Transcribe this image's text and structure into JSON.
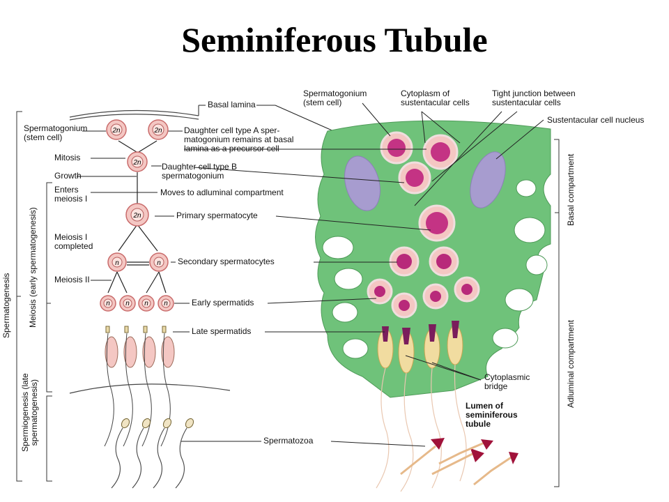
{
  "title": "Seminiferous Tubule",
  "left_labels": {
    "spermatogonium_stem": "Spermatogonium\n(stem cell)",
    "mitosis": "Mitosis",
    "growth": "Growth",
    "enters_meiosis": "Enters\nmeiosis I",
    "meiosis1_completed": "Meiosis I\ncompleted",
    "meiosis2": "Meiosis II"
  },
  "center_labels": {
    "basal_lamina": "Basal lamina",
    "daughter_a": "Daughter cell type A sper-\nmatogonium remains at basal\nlamina as a precursor cell",
    "daughter_b": "Daughter cell type B\nspermatogonium",
    "moves_adluminal": "Moves to adluminal compartment",
    "primary_spermatocyte": "Primary spermatocyte",
    "secondary_spermatocytes": "Secondary spermatocytes",
    "early_spermatids": "Early spermatids",
    "late_spermatids": "Late spermatids",
    "spermatozoa": "Spermatozoa"
  },
  "right_labels": {
    "spermatogonium_stem": "Spermatogonium\n(stem cell)",
    "cytoplasm": "Cytoplasm of\nsustentacular cells",
    "tight_junction": "Tight junction between\nsustentacular cells",
    "nucleus": "Sustentacular cell nucleus",
    "cytoplasmic_bridge": "Cytoplasmic\nbridge",
    "lumen": "Lumen of\nseminiferous\ntubule"
  },
  "vertical_labels": {
    "spermatogenesis": "Spermatogenesis",
    "meiosis": "Meiosis (early spermatogenesis)",
    "spermiogenesis": "Spermiogenesis (late\nspermatogenesis)",
    "basal_compartment": "Basal compartment",
    "adluminal_compartment": "Adluminal compartment"
  },
  "ploidy": {
    "diploid": "2n",
    "haploid": "n"
  },
  "colors": {
    "cell_fill": "#f4c7c3",
    "cell_stroke": "#c96b6b",
    "tissue_green": "#6fc27a",
    "nucleus_magenta": "#b8297a",
    "sustentacular_nucleus": "#a79ccf",
    "sperm_head": "#a0123a"
  }
}
